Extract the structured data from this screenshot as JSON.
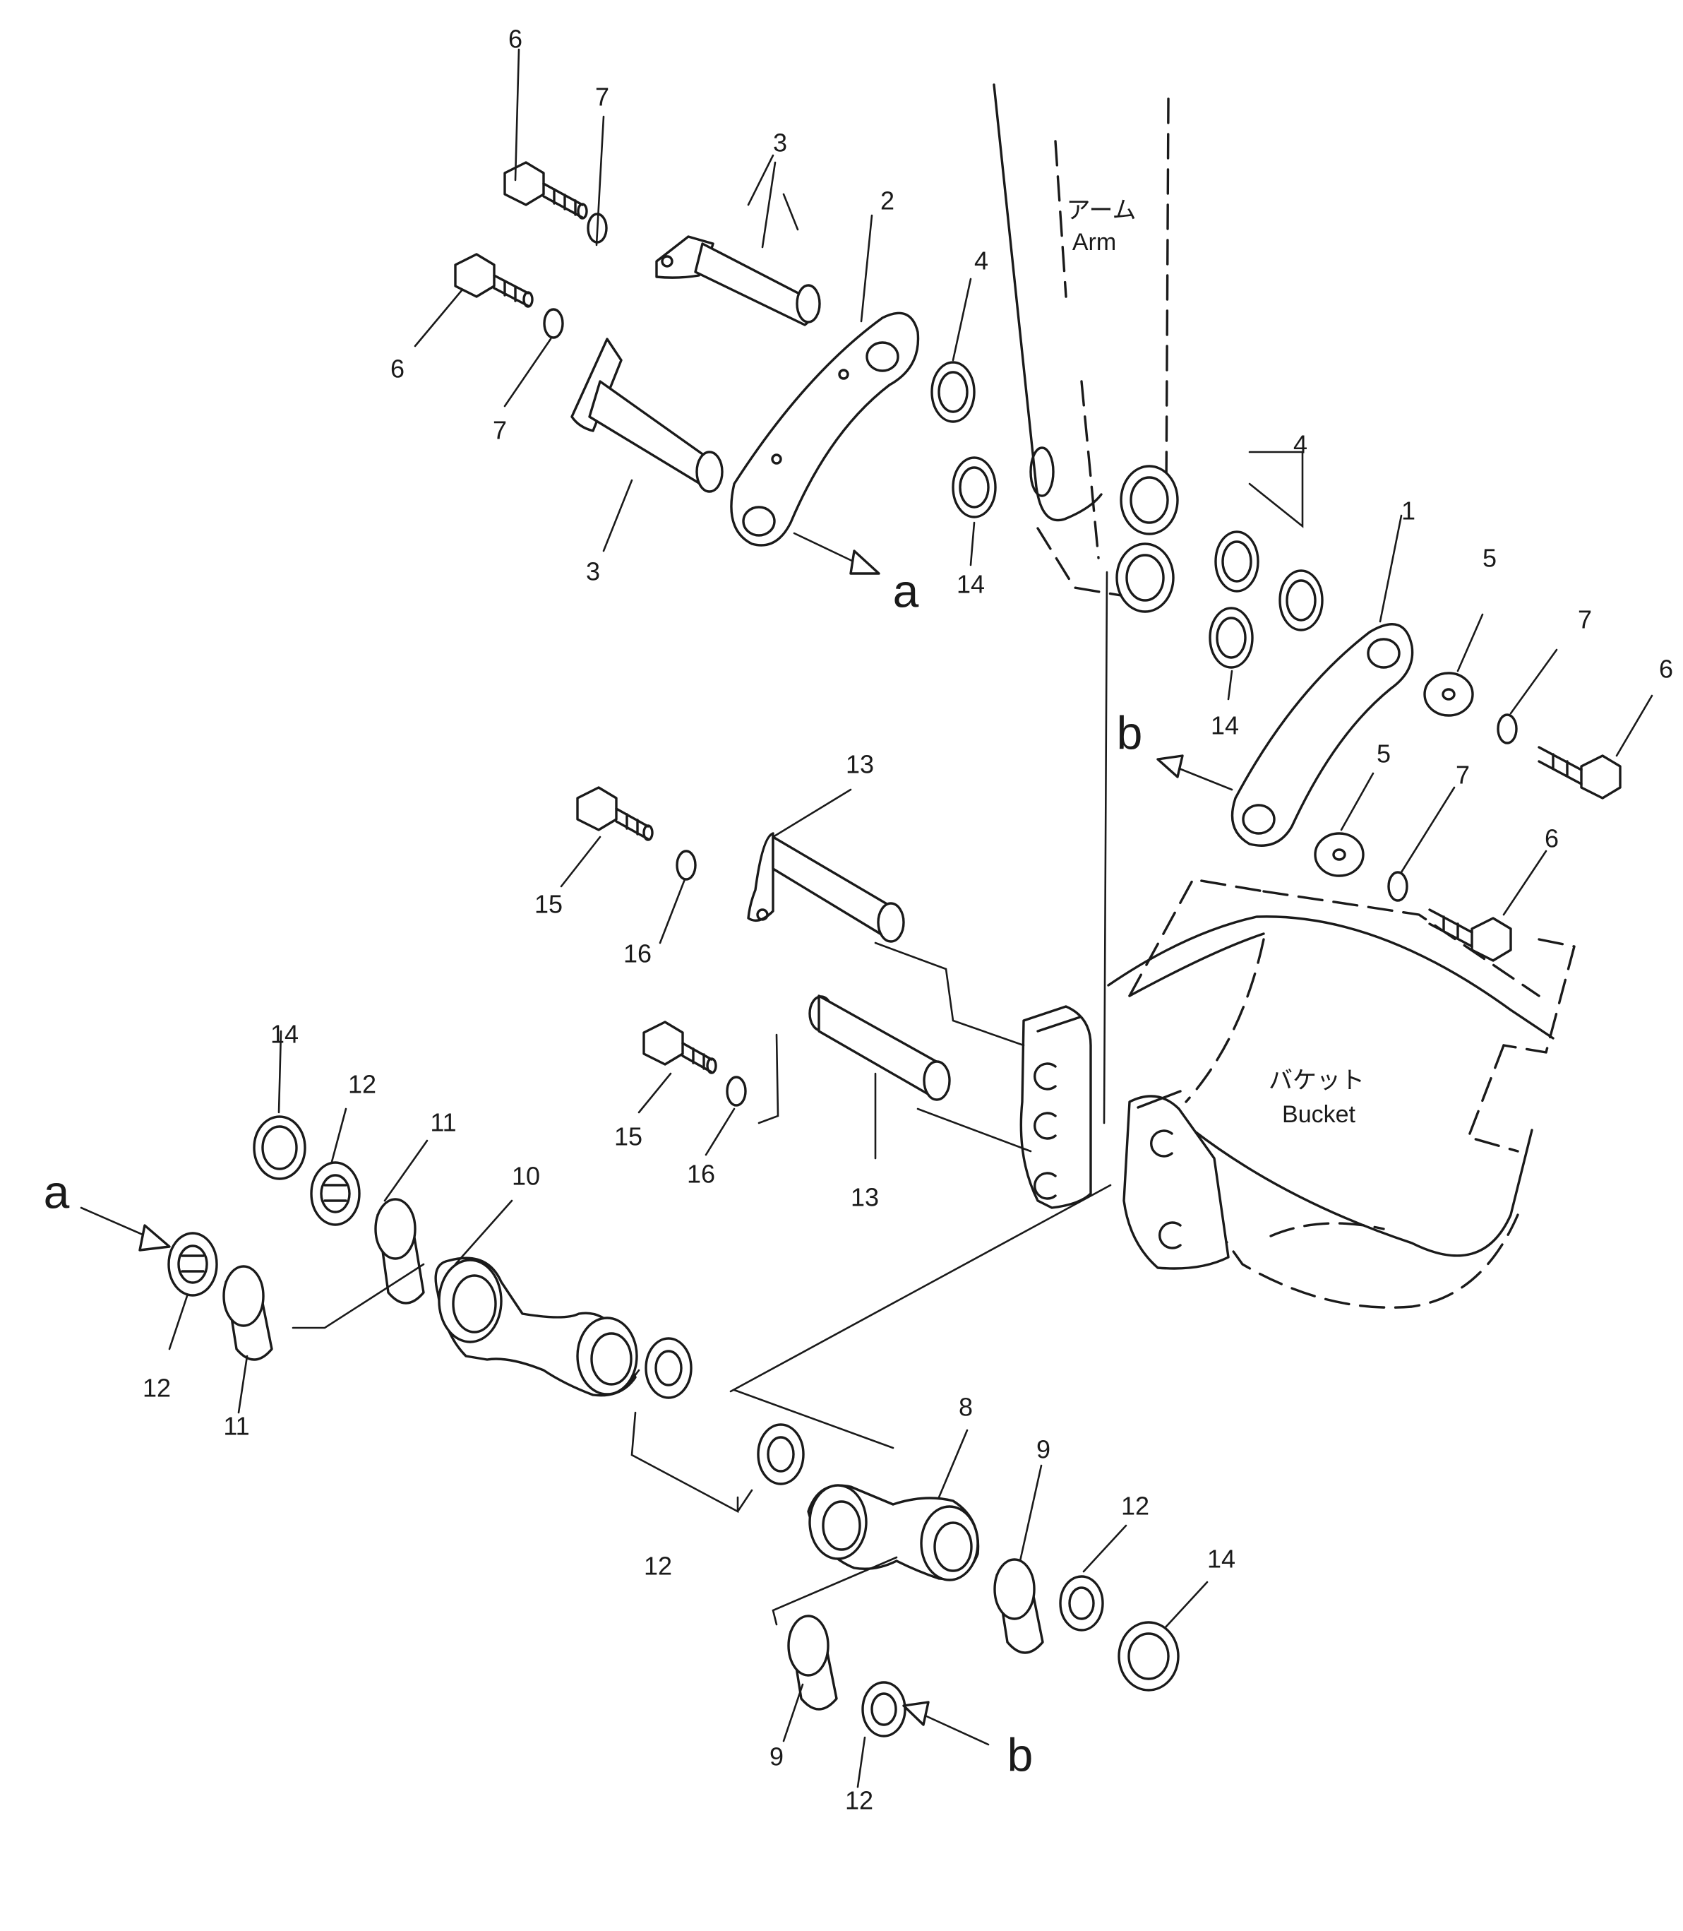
{
  "labels": {
    "arm_jp": "アーム",
    "arm_en": "Arm",
    "bucket_jp": "バケット",
    "bucket_en": "Bucket"
  },
  "callouts": [
    "1",
    "2",
    "3",
    "4",
    "5",
    "6",
    "7",
    "8",
    "9",
    "10",
    "11",
    "12",
    "13",
    "14",
    "15",
    "16"
  ],
  "reference_marks": [
    "a",
    "b"
  ]
}
